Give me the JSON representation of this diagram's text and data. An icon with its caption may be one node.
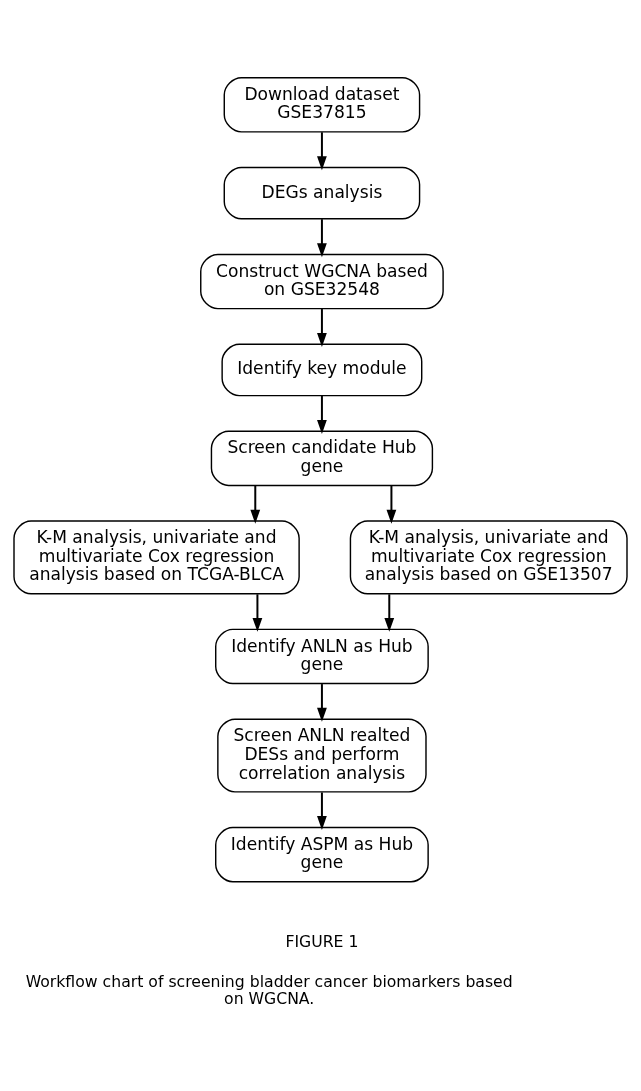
{
  "diagram": {
    "caption": "Workflow chart of screening bladder cancer biomarkers based on WGCNA.",
    "nodes": [
      {
        "text": [
          "Download dataset GSE37815"
        ]
      },
      {
        "text": [
          "DEGs analysis"
        ]
      },
      {
        "text": [
          "Construct WGCNA based on GSE32548"
        ]
      },
      {
        "text": [
          "Identify key module"
        ]
      },
      {
        "text": [
          "Screen candidate Hub gene"
        ]
      },
      {
        "text": [
          "K-M analysis, univariate and multivariate Cox regression analysis based on TCGA-BLCA"
        ]
      },
      {
        "text": [
          "K-M analysis, univariate and multivariate Cox regression analysis based on GSE13507"
        ]
      },
      {
        "text": [
          "Identify ANLN as Hub gene"
        ]
      },
      {
        "text": [
          "Screen ANLN realted DESs and perform correlation analysis"
        ]
      },
      {
        "text": [
          "Identify ASPM as Hub gene"
        ]
      }
    ],
    "edges": [
      {
        "from": 0,
        "to": 1,
        "arrow": "to"
      },
      {
        "from": 1,
        "to": 2,
        "arrow": "to"
      },
      {
        "from": 2,
        "to": 3,
        "arrow": "to"
      },
      {
        "from": 3,
        "to": 4,
        "arrow": "to"
      },
      {
        "from": 4,
        "to": 5,
        "arrow": "to"
      },
      {
        "from": 4,
        "to": 6,
        "arrow": "to"
      },
      {
        "from": 5,
        "to": 7,
        "arrow": "to"
      },
      {
        "from": 6,
        "to": 7,
        "arrow": "to"
      },
      {
        "from": 7,
        "to": 8,
        "arrow": "to"
      },
      {
        "from": 8,
        "to": 9,
        "arrow": "to"
      }
    ],
    "labels": [
      "FIGURE 1"
    ]
  }
}
